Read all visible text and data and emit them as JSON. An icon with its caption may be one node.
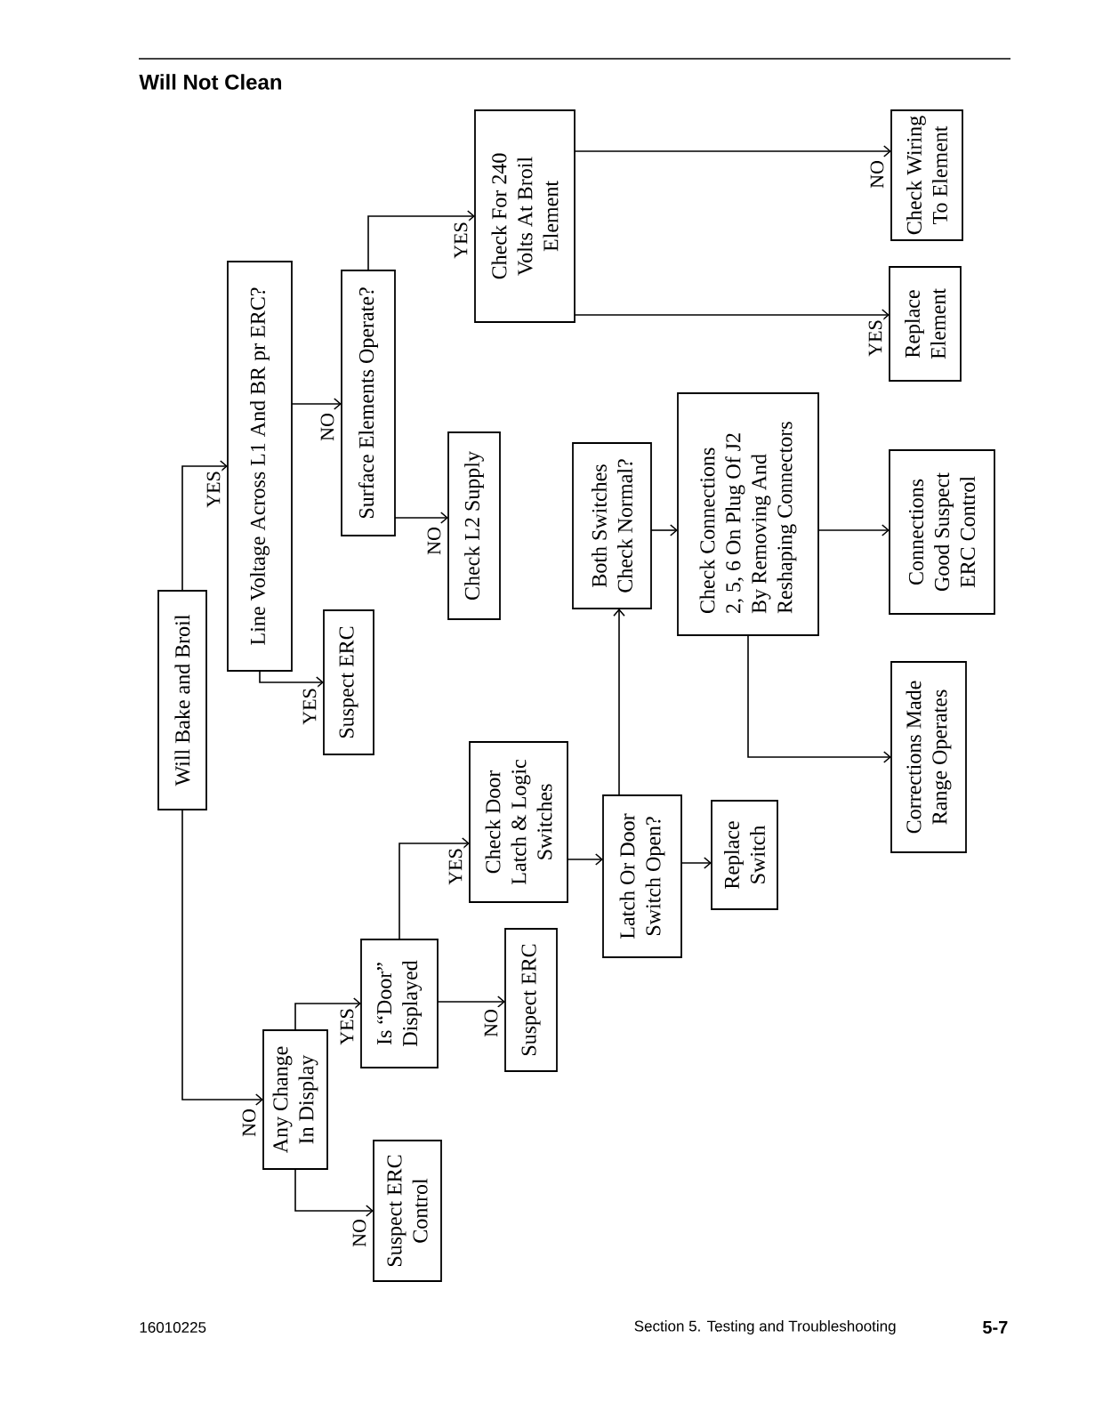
{
  "diagram": {
    "title": "Will Not Clean",
    "nodes": [
      {
        "text": [
          "Will Bake and Broil"
        ]
      },
      {
        "text": [
          "Line Voltage Across L1 And BR pr ERC?"
        ]
      },
      {
        "text": [
          "Suspect ERC"
        ]
      },
      {
        "text": [
          "Surface Elements Operate?"
        ]
      },
      {
        "text": [
          "Check L2 Supply"
        ]
      },
      {
        "text": [
          "Check For 240 Volts At Broil Element"
        ]
      },
      {
        "text": [
          "Check Wiring To Element"
        ]
      },
      {
        "text": [
          "Replace Element"
        ]
      },
      {
        "text": [
          "Any Change In Display"
        ]
      },
      {
        "text": [
          "Suspect ERC Control"
        ]
      },
      {
        "text": [
          "Is “Door” Displayed"
        ]
      },
      {
        "text": [
          "Suspect ERC"
        ]
      },
      {
        "text": [
          "Check Door Latch & Logic Switches"
        ]
      },
      {
        "text": [
          "Latch Or Door Switch Open?"
        ]
      },
      {
        "text": [
          "Replace Switch"
        ]
      },
      {
        "text": [
          "Both Switches Check Normal?"
        ]
      },
      {
        "text": [
          "Check Connections 2, 5, 6 On Plug Of J2 By Removing And Reshaping Connectors"
        ]
      },
      {
        "text": [
          "Connections Good Suspect ERC Control"
        ]
      },
      {
        "text": [
          "Corrections Made Range Operates"
        ]
      }
    ],
    "edges": [
      {
        "from": 0,
        "to": 1,
        "arrow": "to",
        "label": "YES"
      },
      {
        "from": 0,
        "to": 8,
        "arrow": "to",
        "label": "NO"
      },
      {
        "from": 1,
        "to": 2,
        "arrow": "to",
        "label": "YES"
      },
      {
        "from": 1,
        "to": 3,
        "arrow": "to",
        "label": "NO"
      },
      {
        "from": 3,
        "to": 5,
        "arrow": "to",
        "label": "YES"
      },
      {
        "from": 3,
        "to": 4,
        "arrow": "to",
        "label": "NO"
      },
      {
        "from": 5,
        "to": 6,
        "arrow": "to",
        "label": "NO"
      },
      {
        "from": 5,
        "to": 7,
        "arrow": "to",
        "label": "YES"
      },
      {
        "from": 8,
        "to": 10,
        "arrow": "to",
        "label": "YES"
      },
      {
        "from": 8,
        "to": 9,
        "arrow": "to",
        "label": "NO"
      },
      {
        "from": 10,
        "to": 12,
        "arrow": "to",
        "label": "YES"
      },
      {
        "from": 10,
        "to": 11,
        "arrow": "to",
        "label": "NO"
      },
      {
        "from": 12,
        "to": 13,
        "arrow": "to"
      },
      {
        "from": 13,
        "to": 14,
        "arrow": "to"
      },
      {
        "from": 13,
        "to": 15,
        "arrow": "to"
      },
      {
        "from": 15,
        "to": 16,
        "arrow": "to"
      },
      {
        "from": 16,
        "to": 17,
        "arrow": "to"
      },
      {
        "from": 16,
        "to": 18,
        "arrow": "to"
      }
    ],
    "labels": [
      "16010225",
      "Section 5. Testing and Troubleshooting",
      "5-7"
    ]
  }
}
